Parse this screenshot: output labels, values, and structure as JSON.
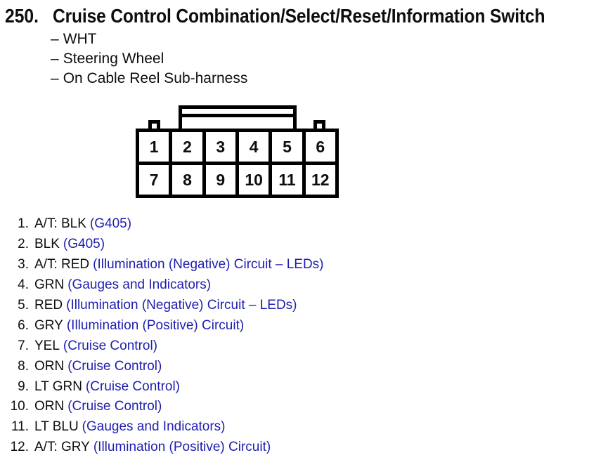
{
  "colors": {
    "page_bg": "#ffffff",
    "ink": "#0e0e0e",
    "line": "#000000",
    "accent_blue": "#1e1eb0"
  },
  "header": {
    "number": "250.",
    "title": "Cruise Control Combination/Select/Reset/Information Switch"
  },
  "subheader": {
    "bullet": "–",
    "items": [
      "WHT",
      "Steering Wheel",
      "On Cable Reel Sub-harness"
    ]
  },
  "connector": {
    "pins": [
      "1",
      "2",
      "3",
      "4",
      "5",
      "6",
      "7",
      "8",
      "9",
      "10",
      "11",
      "12"
    ]
  },
  "pin_list": {
    "items": [
      {
        "num": "1.",
        "wire": "A/T: BLK",
        "circuit": "(G405)"
      },
      {
        "num": "2.",
        "wire": "BLK",
        "circuit": "(G405)"
      },
      {
        "num": "3.",
        "wire": "A/T: RED",
        "circuit": "(Illumination (Negative) Circuit – LEDs)"
      },
      {
        "num": "4.",
        "wire": "GRN",
        "circuit": "(Gauges and Indicators)"
      },
      {
        "num": "5.",
        "wire": "RED",
        "circuit": "(Illumination (Negative) Circuit – LEDs)"
      },
      {
        "num": "6.",
        "wire": "GRY",
        "circuit": "(Illumination (Positive) Circuit)"
      },
      {
        "num": "7.",
        "wire": "YEL",
        "circuit": "(Cruise Control)"
      },
      {
        "num": "8.",
        "wire": "ORN",
        "circuit": "(Cruise Control)"
      },
      {
        "num": "9.",
        "wire": "LT GRN",
        "circuit": "(Cruise Control)"
      },
      {
        "num": "10.",
        "wire": "ORN",
        "circuit": "(Cruise Control)"
      },
      {
        "num": "11.",
        "wire": "LT BLU",
        "circuit": "(Gauges and Indicators)"
      },
      {
        "num": "12.",
        "wire": "A/T: GRY",
        "circuit": "(Illumination (Positive) Circuit)"
      }
    ]
  }
}
